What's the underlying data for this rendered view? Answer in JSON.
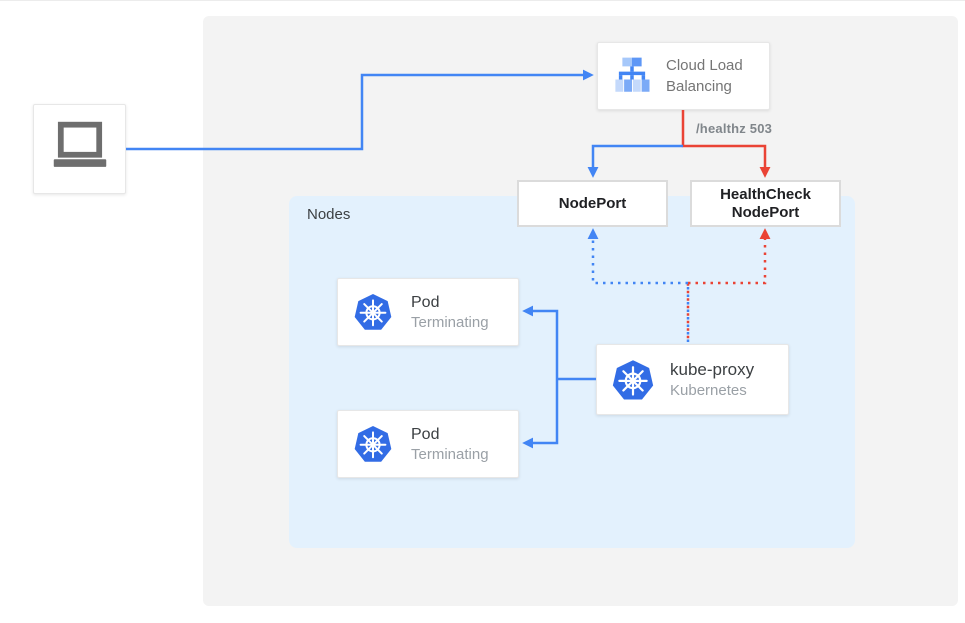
{
  "diagram": {
    "client": {
      "icon": "laptop-icon"
    },
    "cloud_load_balancing": {
      "label": "Cloud Load Balancing"
    },
    "healthz_annotation": "/healthz 503",
    "node_port": {
      "label": "NodePort"
    },
    "health_check_node_port": {
      "label": "HealthCheck NodePort"
    },
    "nodes_group": {
      "label": "Nodes"
    },
    "pods": [
      {
        "title": "Pod",
        "subtitle": "Terminating"
      },
      {
        "title": "Pod",
        "subtitle": "Terminating"
      }
    ],
    "kube_proxy": {
      "title": "kube-proxy",
      "subtitle": "Kubernetes"
    },
    "colors": {
      "blue_edge": "#4285F4",
      "red_edge": "#EA4335",
      "nodes_bg": "#E3F1FD",
      "panel_bg": "#F3F3F3",
      "kubernetes_blue": "#326CE5",
      "muted_text": "#9AA0A6",
      "dark_text": "#3C4043"
    }
  }
}
